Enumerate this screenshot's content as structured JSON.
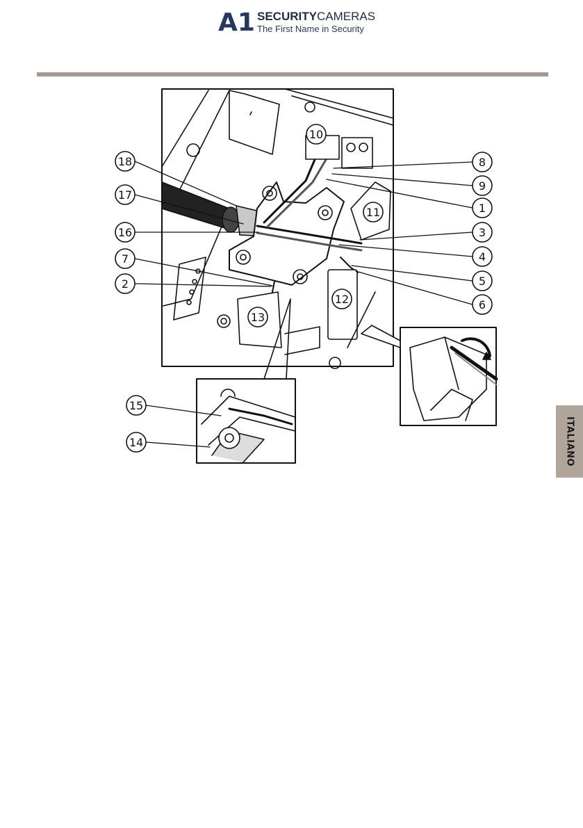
{
  "header": {
    "brand_mark": "A1",
    "brand_name_bold": "SECURITY",
    "brand_name_light": "CAMERAS",
    "tagline": "The First Name in Security",
    "colors": {
      "mark": "#27385e",
      "tagline": "#27385e"
    }
  },
  "rule_color": "#a59a91",
  "figure": {
    "outer_callouts": [
      "18",
      "17",
      "16",
      "7",
      "2",
      "8",
      "9",
      "1",
      "3",
      "4",
      "5",
      "6",
      "15",
      "14"
    ],
    "inline_labels": [
      "10",
      "11",
      "12",
      "13"
    ]
  },
  "side_tab": {
    "label": "ITALIANO",
    "color": "#b0a59b"
  }
}
